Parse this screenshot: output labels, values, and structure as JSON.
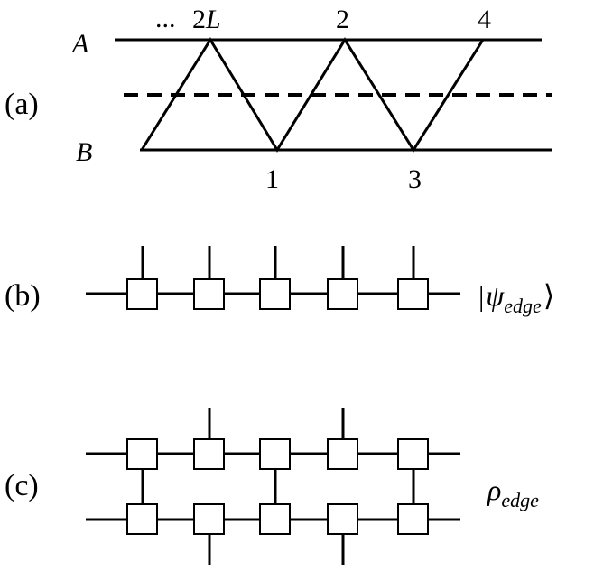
{
  "panel_a": {
    "tag": "(a)",
    "chain_top_label": "A",
    "chain_bottom_label": "B",
    "top_sites": [
      {
        "num": "2",
        "italic": "L"
      },
      {
        "num": "2",
        "italic": ""
      },
      {
        "num": "4",
        "italic": ""
      }
    ],
    "ellipsis": "...",
    "bottom_sites": [
      "1",
      "3"
    ]
  },
  "panel_b": {
    "tag": "(b)",
    "state_label": {
      "open": "|",
      "symbol": "ψ",
      "subscript": "edge",
      "close": "⟩"
    }
  },
  "panel_c": {
    "tag": "(c)",
    "state_label": {
      "symbol": "ρ",
      "subscript": "edge"
    }
  }
}
